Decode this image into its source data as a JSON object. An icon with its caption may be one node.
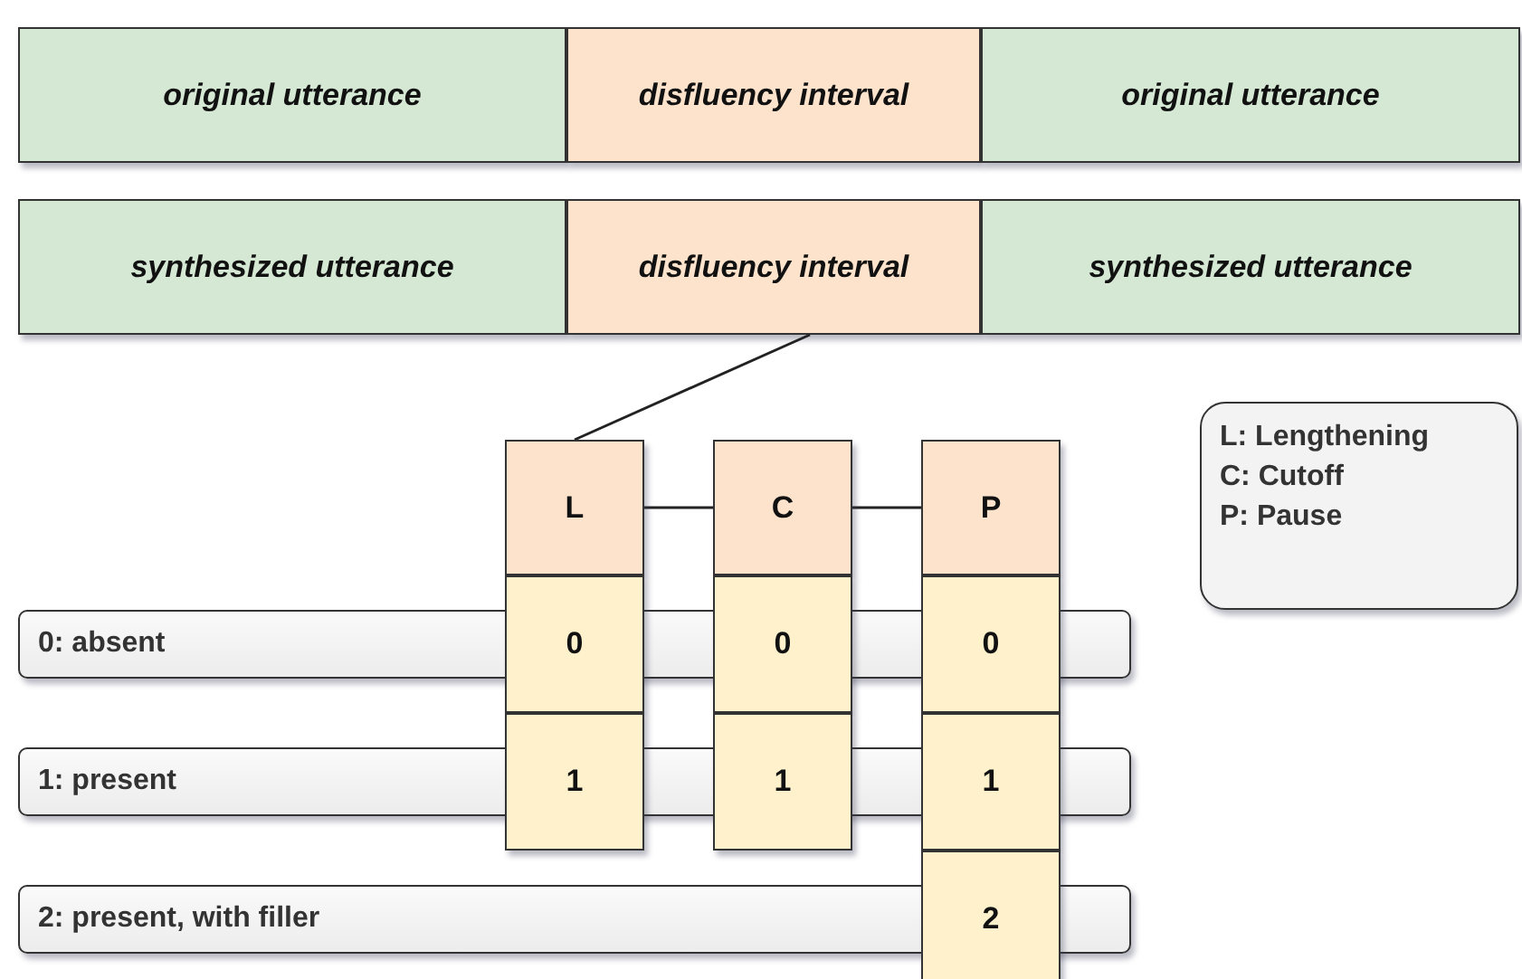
{
  "diagram": {
    "nodes": [
      {
        "text": [
          "original utterance"
        ]
      },
      {
        "text": [
          "disfluency interval"
        ]
      },
      {
        "text": [
          "original utterance"
        ]
      },
      {
        "text": [
          "synthesized utterance"
        ]
      },
      {
        "text": [
          "disfluency interval"
        ]
      },
      {
        "text": [
          "synthesized utterance"
        ]
      },
      {
        "text": [
          "L"
        ]
      },
      {
        "text": [
          "C"
        ]
      },
      {
        "text": [
          "P"
        ]
      },
      {
        "text": [
          "L: Lengthening",
          "C: Cutoff",
          "P: Pause"
        ]
      },
      {
        "text": [
          "0: absent"
        ]
      },
      {
        "text": [
          "0"
        ]
      },
      {
        "text": [
          "0"
        ]
      },
      {
        "text": [
          "0"
        ]
      },
      {
        "text": [
          "1: present"
        ]
      },
      {
        "text": [
          "1"
        ]
      },
      {
        "text": [
          "1"
        ]
      },
      {
        "text": [
          "1"
        ]
      },
      {
        "text": [
          "2: present, with filler"
        ]
      },
      {
        "text": [
          "2"
        ]
      }
    ],
    "edges": [
      {
        "from": 4,
        "to": 6,
        "arrow": "none"
      },
      {
        "from": 6,
        "to": 7,
        "arrow": "none"
      },
      {
        "from": 7,
        "to": 8,
        "arrow": "none"
      }
    ]
  }
}
